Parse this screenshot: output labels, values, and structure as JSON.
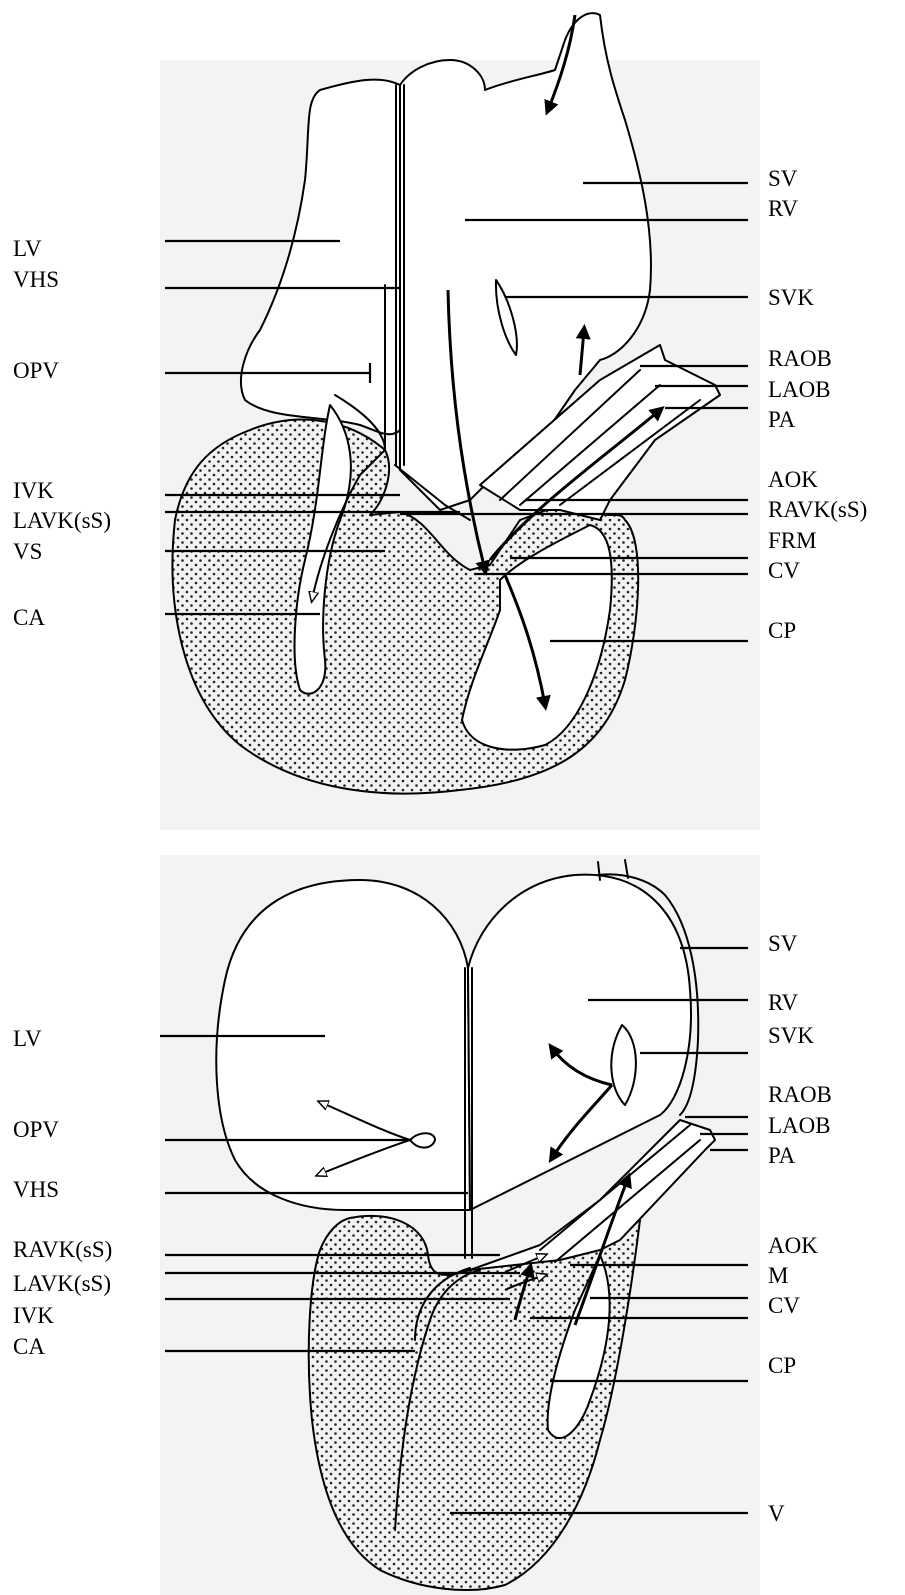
{
  "figure_top": {
    "labels_left": [
      "LV",
      "VHS",
      "OPV",
      "IVK",
      "LAVK(sS)",
      "VS",
      "CA"
    ],
    "labels_right": [
      "SV",
      "RV",
      "SVK",
      "RAOB",
      "LAOB",
      "PA",
      "AOK",
      "RAVK(sS)",
      "FRM",
      "CV",
      "CP"
    ]
  },
  "figure_bottom": {
    "labels_left": [
      "LV",
      "OPV",
      "VHS",
      "RAVK(sS)",
      "LAVK(sS)",
      "IVK",
      "CA"
    ],
    "labels_right": [
      "SV",
      "RV",
      "SVK",
      "RAOB",
      "LAOB",
      "PA",
      "AOK",
      "M",
      "CV",
      "CP",
      "V"
    ]
  }
}
